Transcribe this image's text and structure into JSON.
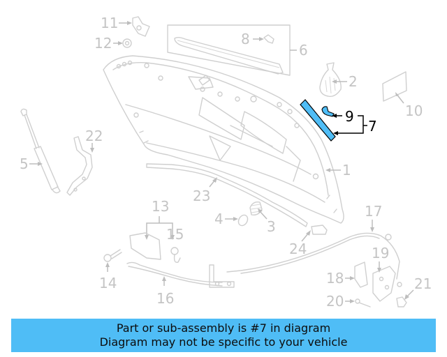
{
  "diagram": {
    "highlight_color": "#4fbdf6",
    "muted_color": "#c4c4c4",
    "highlighted_part": "7",
    "callouts": [
      {
        "id": "1",
        "label": "1"
      },
      {
        "id": "2",
        "label": "2"
      },
      {
        "id": "3",
        "label": "3"
      },
      {
        "id": "4",
        "label": "4"
      },
      {
        "id": "5",
        "label": "5"
      },
      {
        "id": "6",
        "label": "6"
      },
      {
        "id": "7",
        "label": "7"
      },
      {
        "id": "8",
        "label": "8"
      },
      {
        "id": "9",
        "label": "9"
      },
      {
        "id": "10",
        "label": "10"
      },
      {
        "id": "11",
        "label": "11"
      },
      {
        "id": "12",
        "label": "12"
      },
      {
        "id": "13",
        "label": "13"
      },
      {
        "id": "14",
        "label": "14"
      },
      {
        "id": "15",
        "label": "15"
      },
      {
        "id": "16",
        "label": "16"
      },
      {
        "id": "17",
        "label": "17"
      },
      {
        "id": "18",
        "label": "18"
      },
      {
        "id": "19",
        "label": "19"
      },
      {
        "id": "20",
        "label": "20"
      },
      {
        "id": "21",
        "label": "21"
      },
      {
        "id": "22",
        "label": "22"
      },
      {
        "id": "23",
        "label": "23"
      },
      {
        "id": "24",
        "label": "24"
      }
    ]
  },
  "banner": {
    "line1": "Part or sub-assembly is #7 in diagram",
    "line2": "Diagram may not be specific to your vehicle",
    "background": "#4fbdf6"
  }
}
